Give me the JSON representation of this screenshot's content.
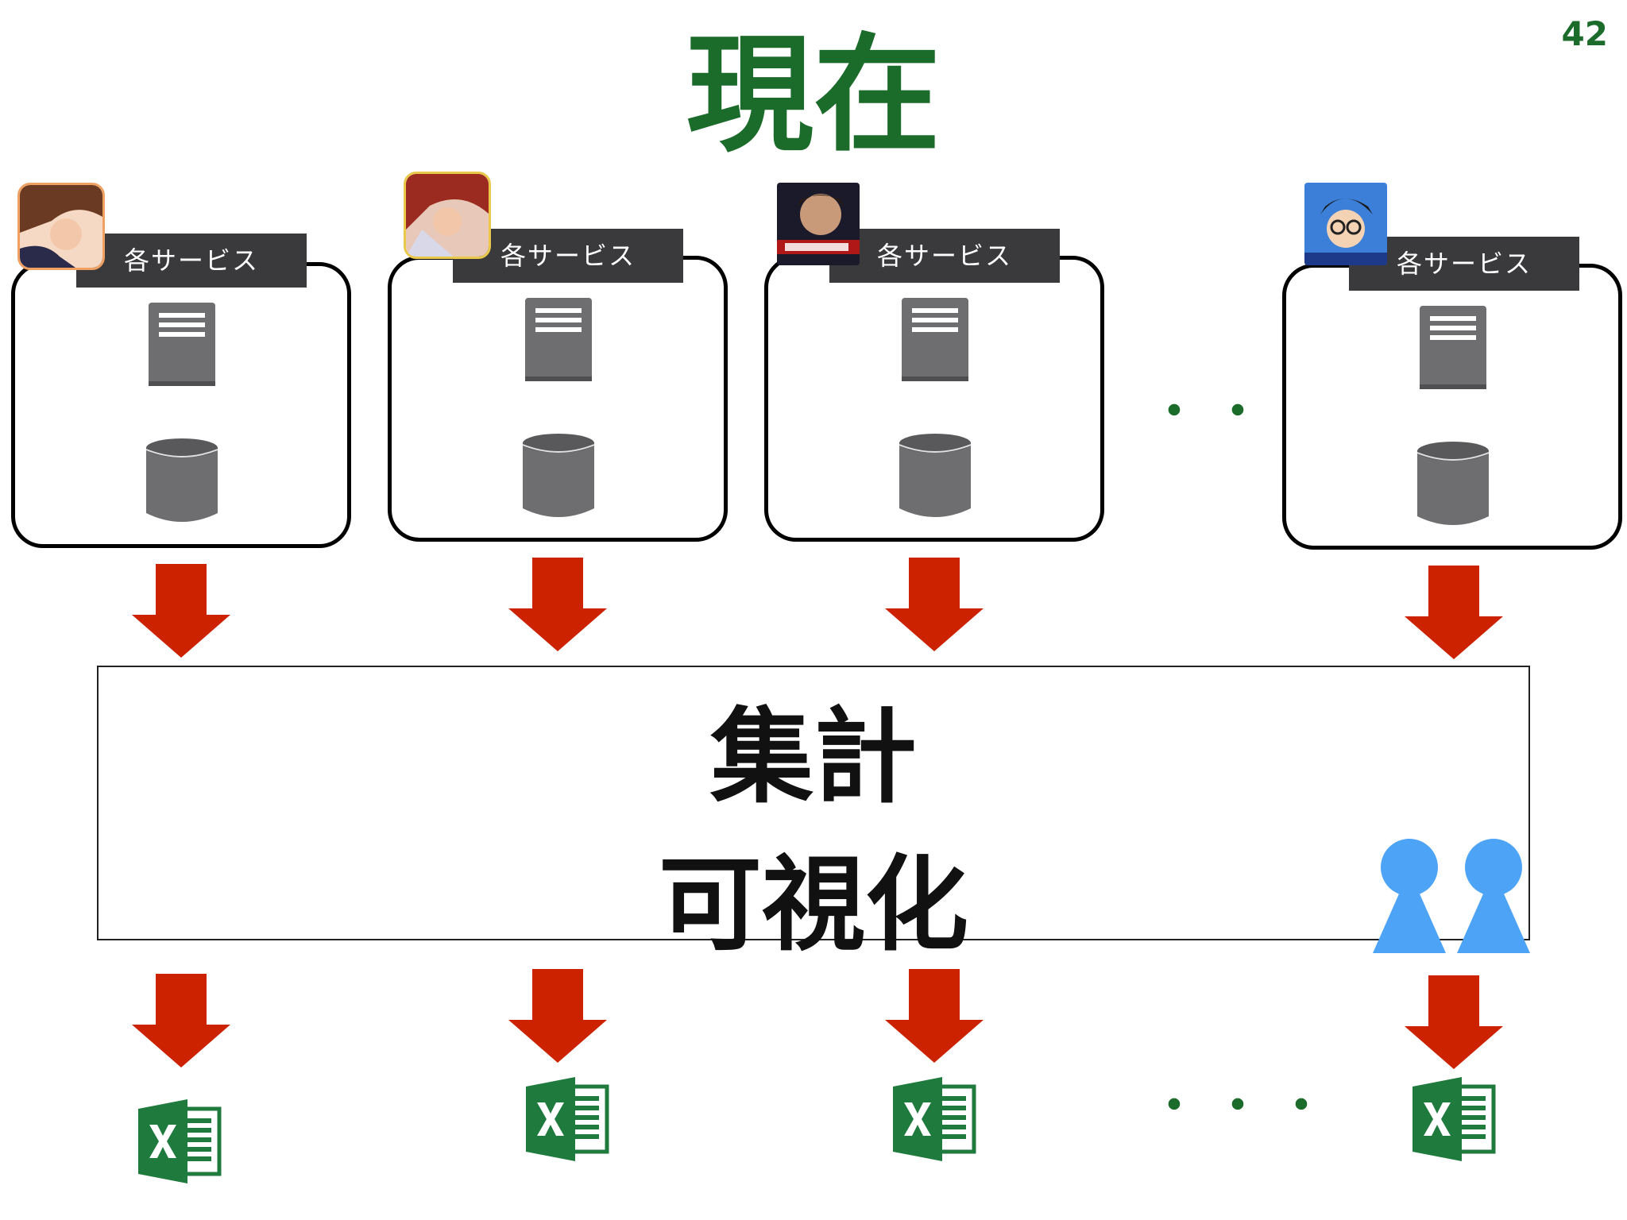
{
  "page": {
    "title": "現在",
    "page_number": "42"
  },
  "services": [
    {
      "label": "各サービス",
      "icon": "anime-character-icon"
    },
    {
      "label": "各サービス",
      "icon": "anime-warrior-icon"
    },
    {
      "label": "各サービス",
      "icon": "soccer-game-icon"
    },
    {
      "label": "各サービス",
      "icon": "detective-character-icon"
    }
  ],
  "ellipsis": "・・・",
  "aggregation": {
    "line1": "集計",
    "line2": "可視化"
  },
  "colors": {
    "title_green": "#1b6b2a",
    "arrow_red": "#cc2200",
    "people_blue": "#4da3f5",
    "excel_green": "#1f7a3e",
    "label_dark": "#3a3a3c"
  }
}
